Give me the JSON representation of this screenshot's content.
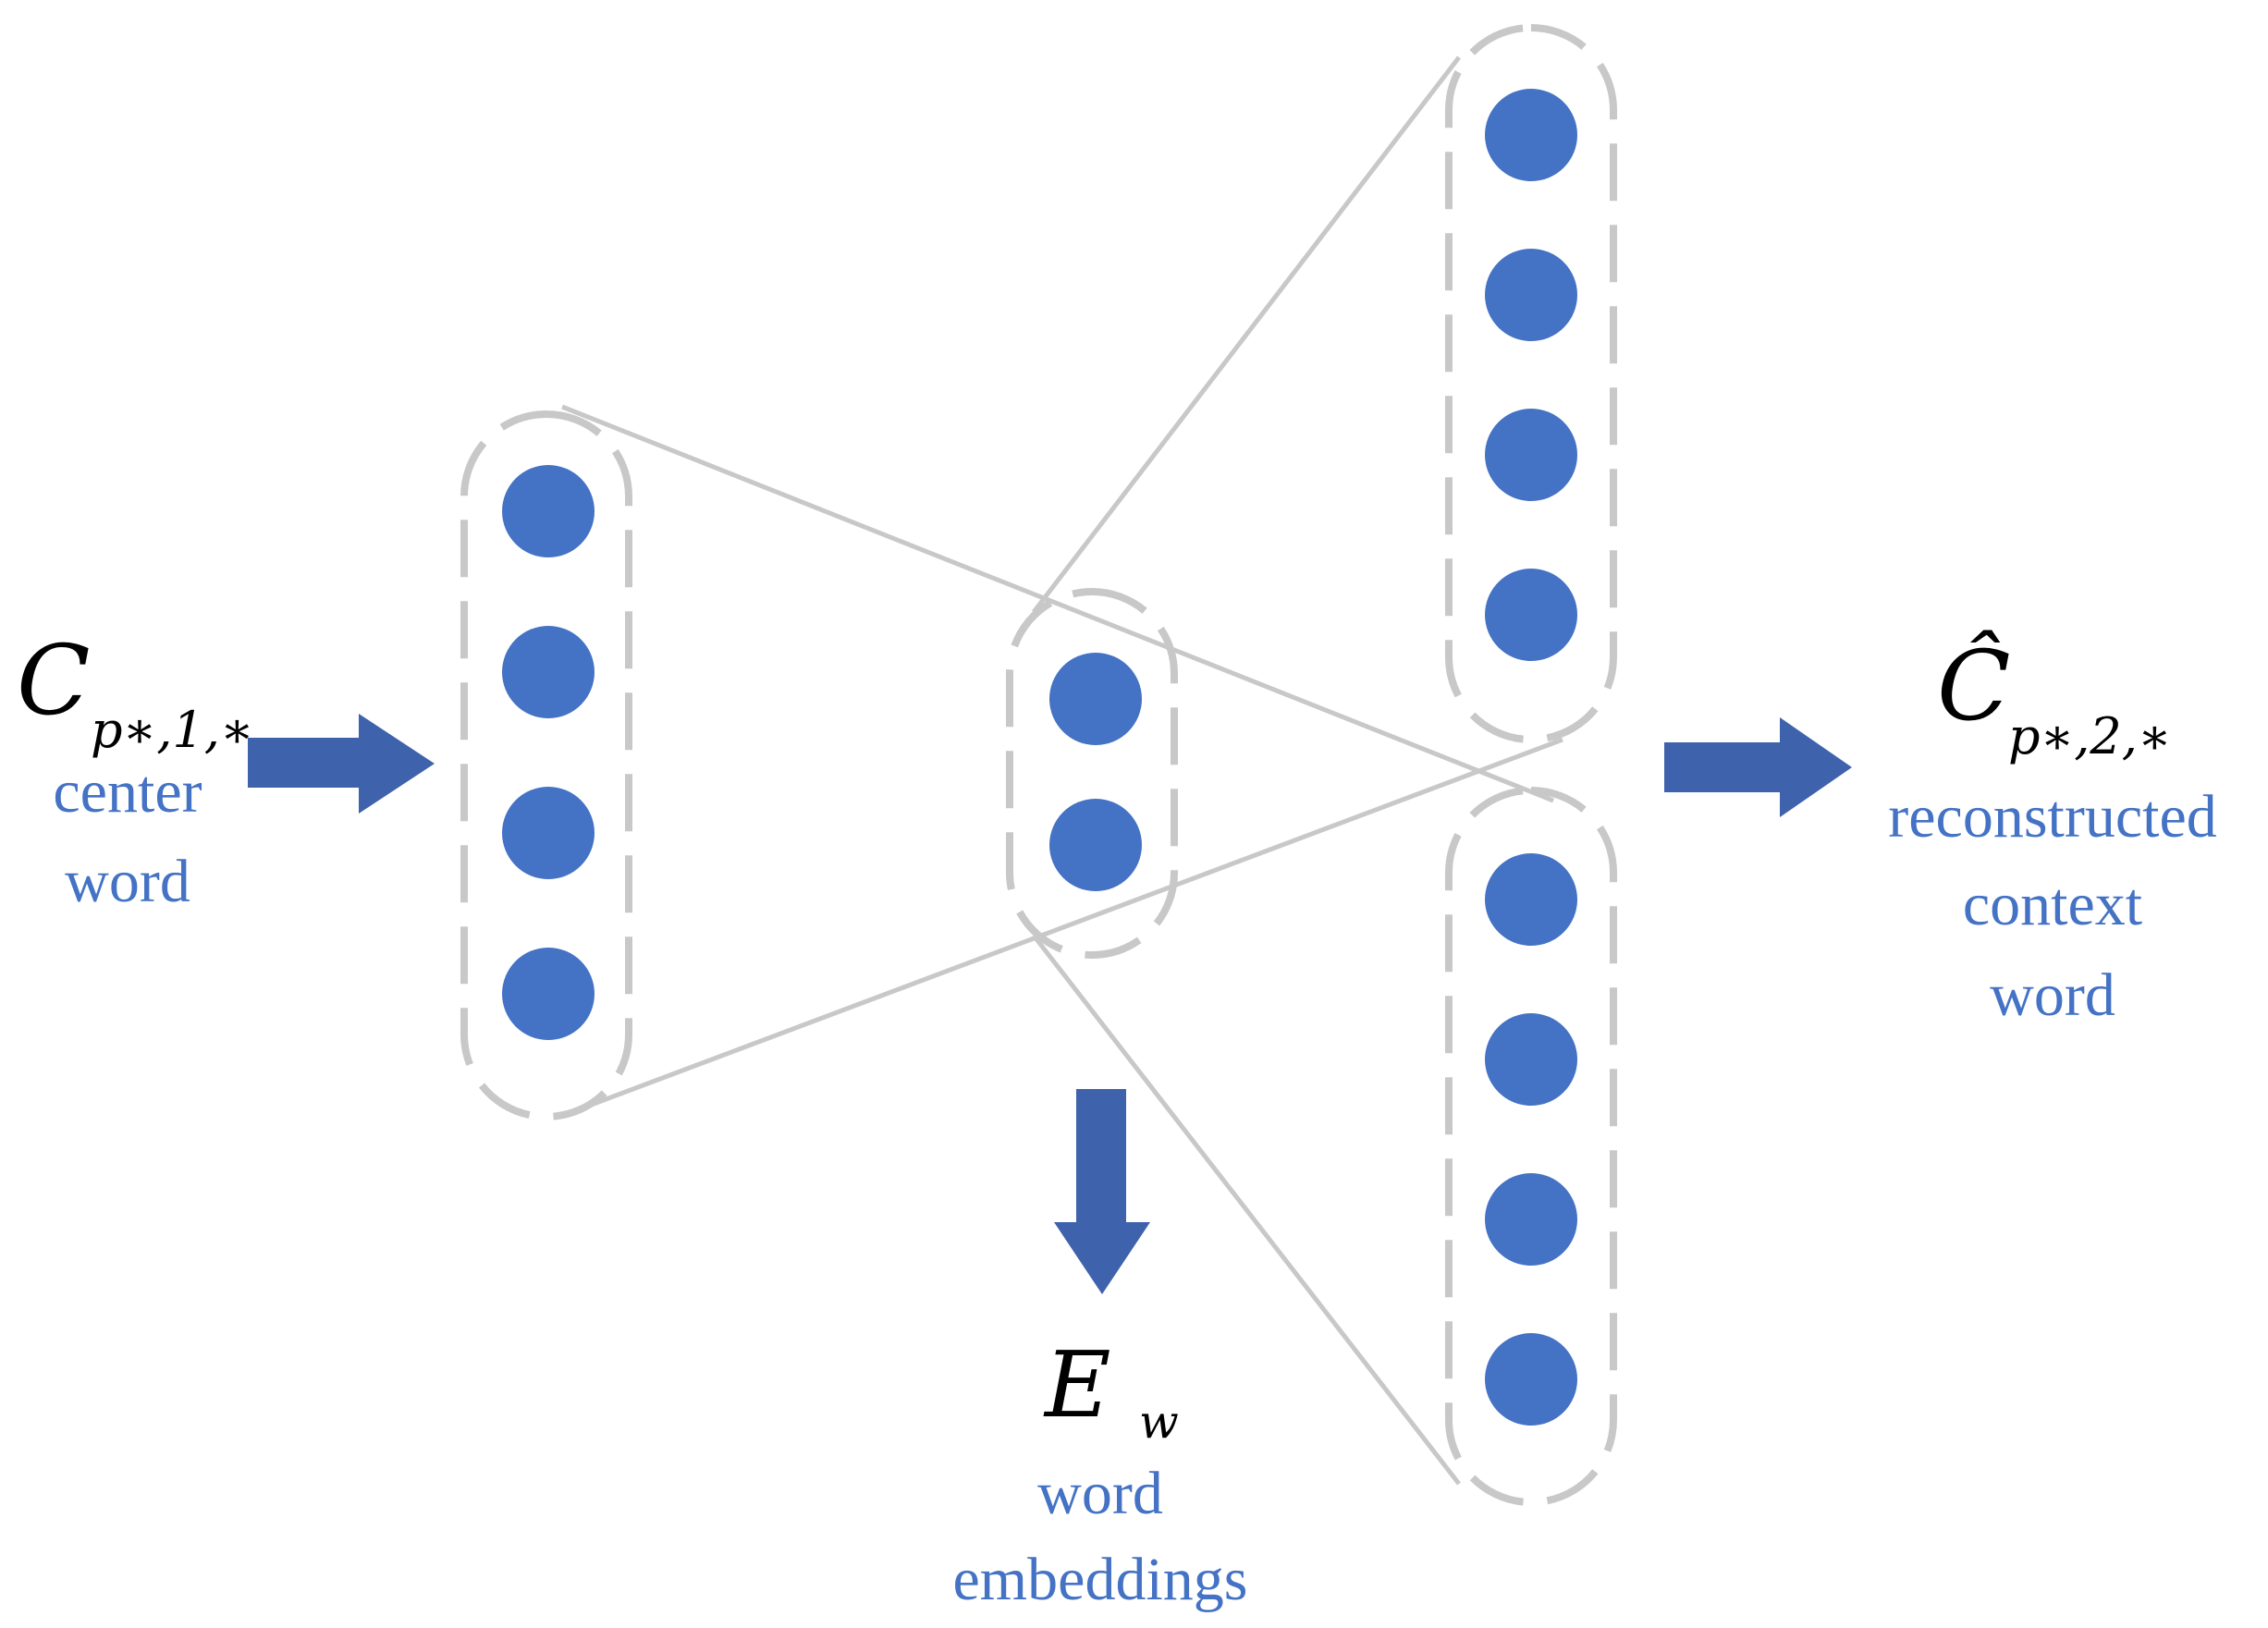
{
  "input": {
    "symbol": "C",
    "subscript": "p∗,1,∗",
    "caption_line1": "center",
    "caption_line2": "word"
  },
  "embedding": {
    "symbol": "E",
    "subscript": "w",
    "caption_line1": "word",
    "caption_line2": "embeddings"
  },
  "output": {
    "symbol": "Ĉ",
    "subscript": "p∗,2,∗",
    "caption_line1": "reconstructed",
    "caption_line2": "context",
    "caption_line3": "word"
  },
  "layers": {
    "input_nodes": 4,
    "hidden_nodes": 2,
    "output_upper_nodes": 4,
    "output_lower_nodes": 4
  },
  "colors": {
    "node": "#4472c4",
    "arrow": "#3f62ad",
    "outline": "#c8c8c8",
    "caption": "#4472c4"
  }
}
